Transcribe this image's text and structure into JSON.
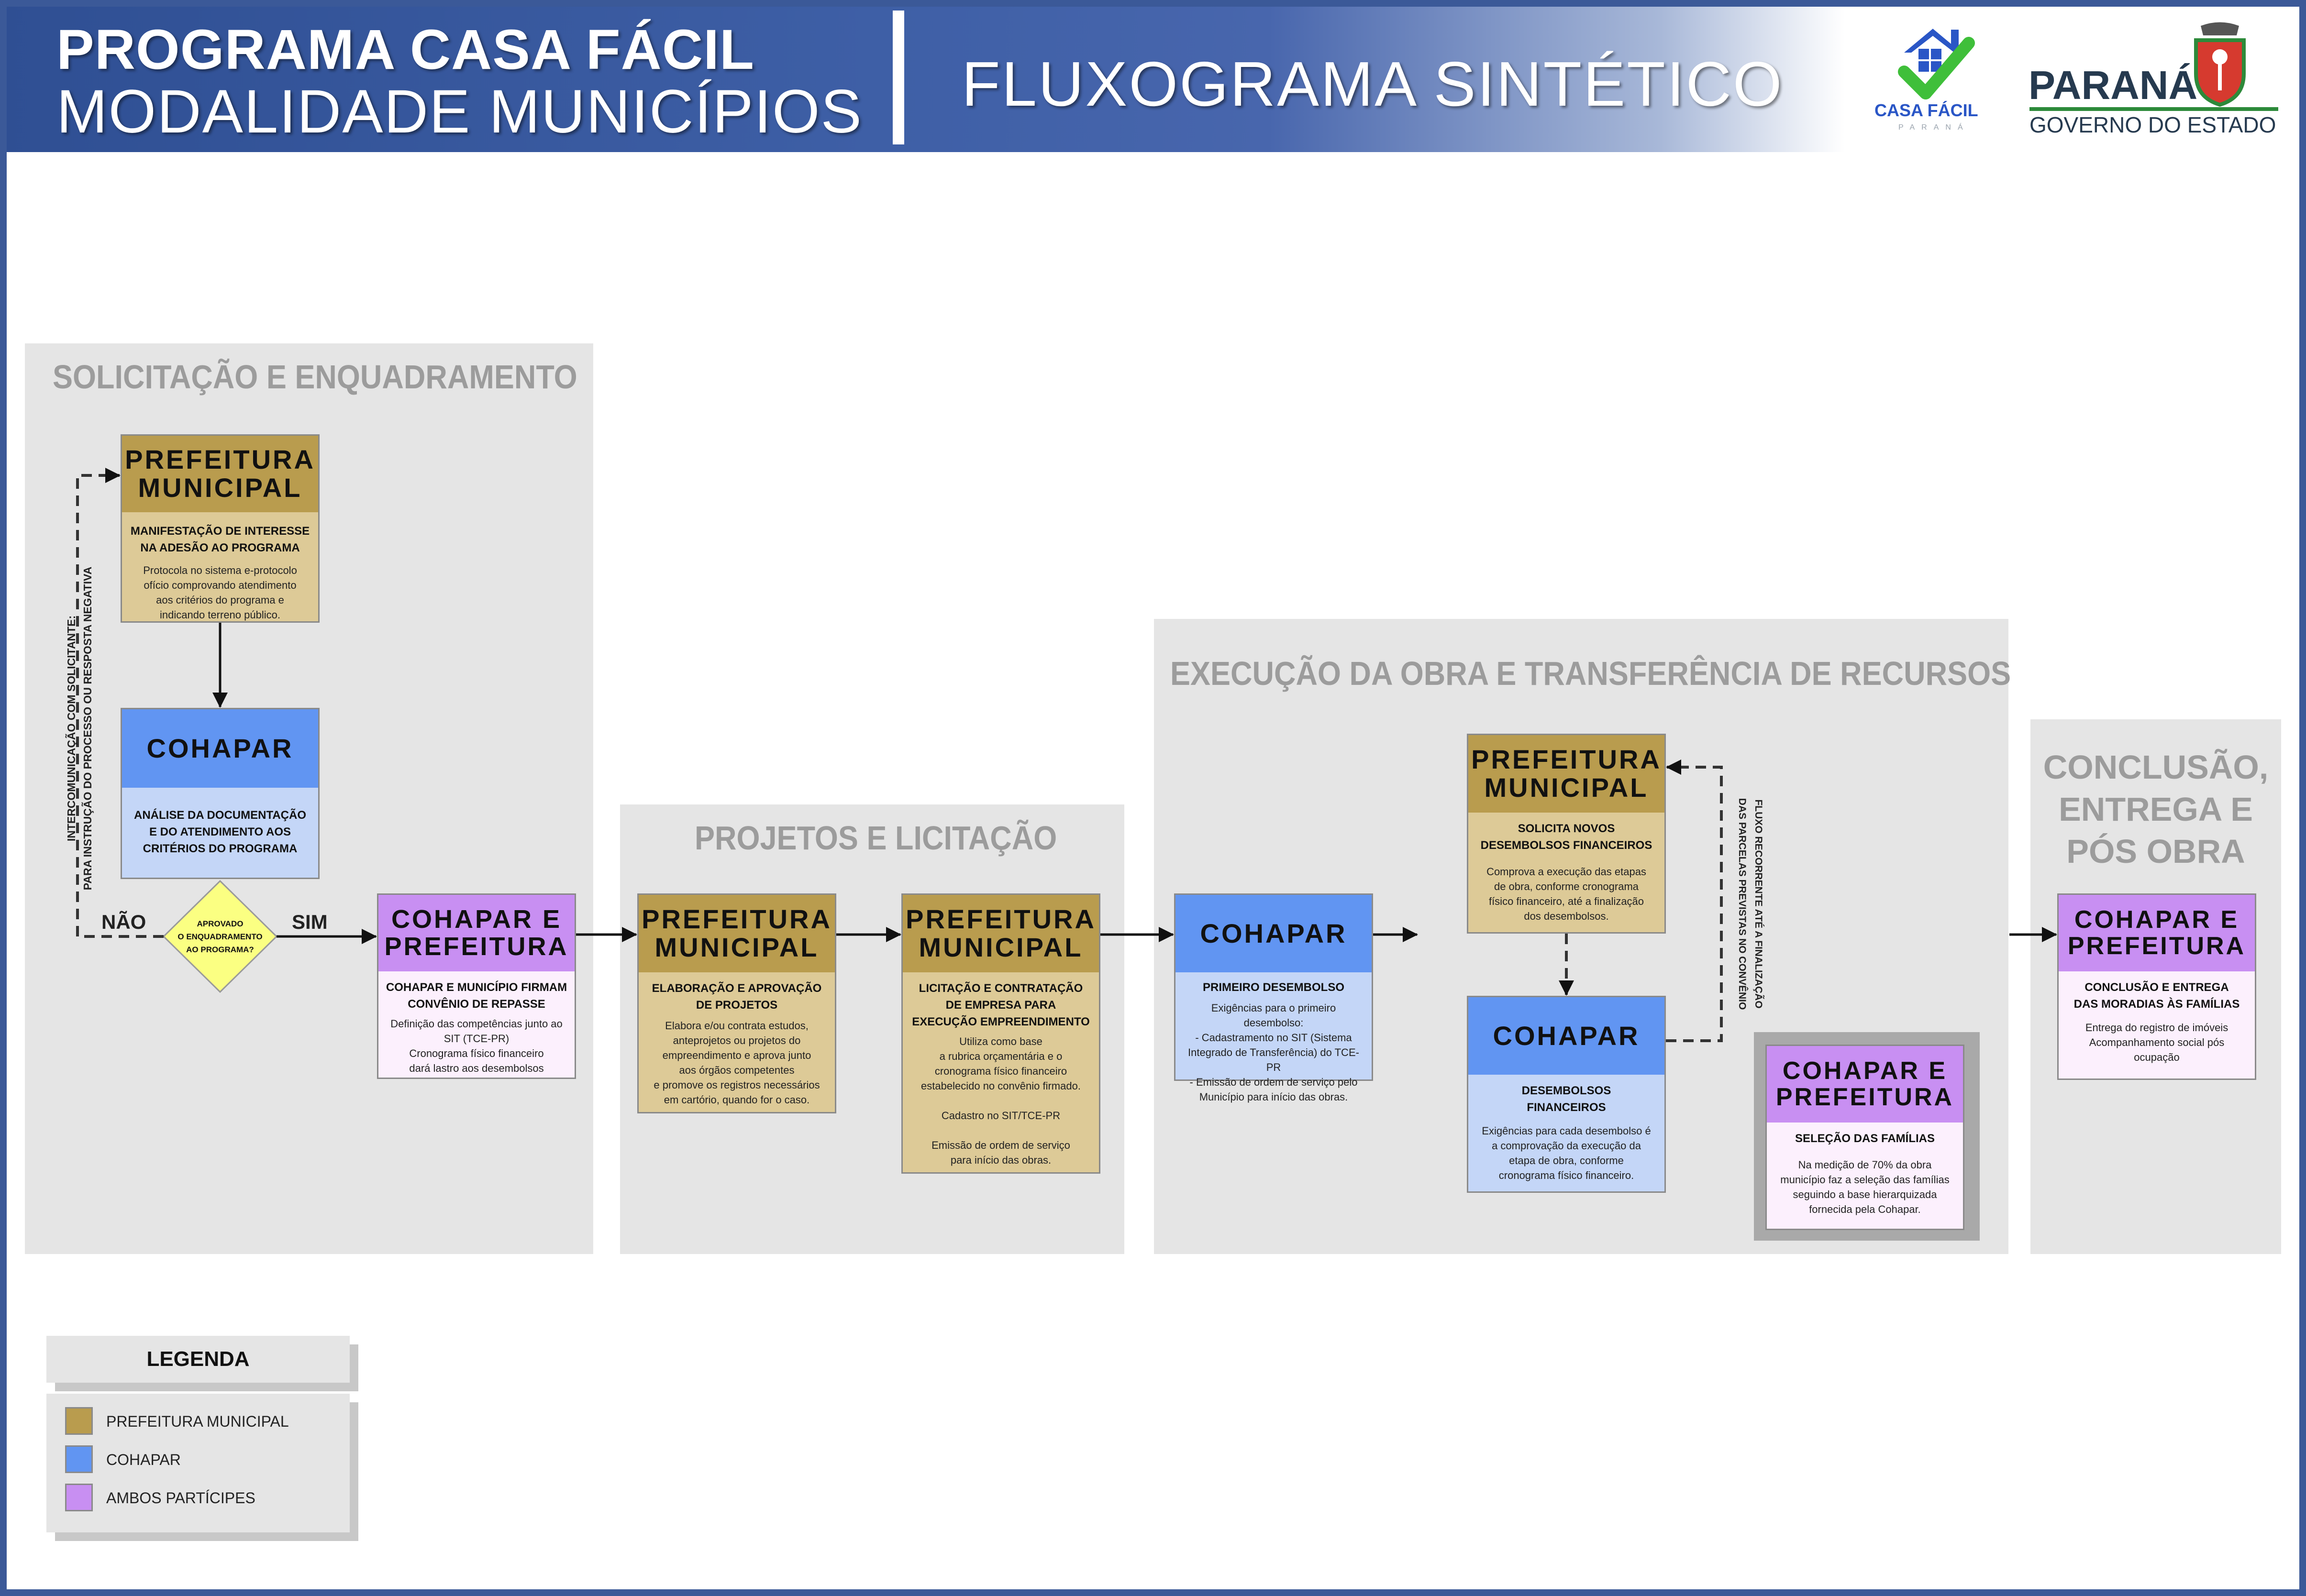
{
  "header": {
    "line1": "PROGRAMA CASA FÁCIL",
    "line2": "MODALIDADE MUNICÍPIOS",
    "subtitle": "FLUXOGRAMA SINTÉTICO",
    "logo_casa_facil": {
      "name": "CASA FÁCIL",
      "sub": "PARANÁ"
    },
    "logo_parana": {
      "name": "PARANÁ",
      "sub": "GOVERNO DO ESTADO"
    }
  },
  "colors": {
    "prefeitura_head": "#b99c4e",
    "prefeitura_body": "#ddca97",
    "cohapar_head": "#6195f2",
    "cohapar_body": "#c4d6f7",
    "ambos_head": "#c88ff2",
    "ambos_body": "#fcf0fd",
    "decision": "#fbff82",
    "section_bg": "#e5e5e5",
    "header_blue": "#3b5998"
  },
  "sections": {
    "s1": "SOLICITAÇÃO E ENQUADRAMENTO",
    "s2": "PROJETOS E LICITAÇÃO",
    "s3": "EXECUÇÃO DA OBRA E TRANSFERÊNCIA DE RECURSOS",
    "s4": "CONCLUSÃO,\nENTREGA E\nPÓS OBRA"
  },
  "boxes": {
    "b1": {
      "head": "PREFEITURA\nMUNICIPAL",
      "sub": "MANIFESTAÇÃO DE INTERESSE\nNA ADESÃO AO PROGRAMA",
      "text": "Protocola no sistema e-protocolo\nofício comprovando atendimento\naos critérios do programa e\nindicando terreno público."
    },
    "b2": {
      "head": "COHAPAR",
      "sub": "ANÁLISE DA DOCUMENTAÇÃO\nE DO ATENDIMENTO AOS\nCRITÉRIOS DO PROGRAMA",
      "text": ""
    },
    "b3": {
      "head": "COHAPAR E\nPREFEITURA",
      "sub": "COHAPAR E MUNICÍPIO FIRMAM\nCONVÊNIO DE REPASSE",
      "text": "Definição das competências junto ao\nSIT (TCE-PR)\nCronograma físico financeiro\ndará lastro aos desembolsos"
    },
    "b4": {
      "head": "PREFEITURA\nMUNICIPAL",
      "sub": "ELABORAÇÃO E APROVAÇÃO\nDE PROJETOS",
      "text": "Elabora e/ou contrata estudos,\nanteprojetos ou projetos do\nempreendimento e aprova junto\naos órgãos competentes\ne promove os registros necessários\nem cartório, quando for o caso."
    },
    "b5": {
      "head": "PREFEITURA\nMUNICIPAL",
      "sub": "LICITAÇÃO E CONTRATAÇÃO\nDE EMPRESA PARA\nEXECUÇÃO EMPREENDIMENTO",
      "text": "Utiliza como base\na rubrica orçamentária e o\ncronograma físico financeiro\nestabelecido no convênio firmado.\n\nCadastro no SIT/TCE-PR\n\nEmissão de ordem de serviço\npara início das obras."
    },
    "b6": {
      "head": "COHAPAR",
      "sub": "PRIMEIRO DESEMBOLSO",
      "text": "Exigências para o primeiro desembolso:\n- Cadastramento no SIT (Sistema\nIntegrado de Transferência) do TCE-PR\n- Emissão de ordem de serviço pelo\nMunicípio para início das obras."
    },
    "b7": {
      "head": "PREFEITURA\nMUNICIPAL",
      "sub": "SOLICITA NOVOS\nDESEMBOLSOS FINANCEIROS",
      "text": "Comprova a execução das etapas\nde obra, conforme cronograma\nfísico financeiro, até a finalização\ndos desembolsos."
    },
    "b8": {
      "head": "COHAPAR",
      "sub": "DESEMBOLSOS\nFINANCEIROS",
      "text": "Exigências para cada desembolso é\na comprovação da execução da\netapa de obra, conforme\ncronograma físico financeiro."
    },
    "b9": {
      "head": "COHAPAR E\nPREFEITURA",
      "sub": "SELEÇÃO DAS FAMÍLIAS",
      "text": "Na medição de 70% da obra\nmunicípio faz a seleção das famílias\nseguindo a base hierarquizada\nfornecida pela Cohapar."
    },
    "b10": {
      "head": "COHAPAR E\nPREFEITURA",
      "sub": "CONCLUSÃO E ENTREGA\nDAS MORADIAS ÀS FAMÍLIAS",
      "text": "Entrega do registro de imóveis\nAcompanhamento social pós ocupação"
    }
  },
  "decision": {
    "text": "APROVADO\nO ENQUADRAMENTO\nAO PROGRAMA?",
    "yes": "SIM",
    "no": "NÃO"
  },
  "side_labels": {
    "left": "INTERCOMUNICAÇÃO COM SOLICITANTE:\nPARA INSTRUÇÃO DO PROCESSO OU RESPOSTA NEGATIVA",
    "right": "FLUXO RECORRENTE ATÉ A FINALIZAÇÃO\nDAS PARCELAS PREVISTAS NO CONVÊNIO"
  },
  "legend": {
    "title": "LEGENDA",
    "items": [
      {
        "label": "PREFEITURA MUNICIPAL",
        "color": "#b99c4e"
      },
      {
        "label": "COHAPAR",
        "color": "#6195f2"
      },
      {
        "label": "AMBOS PARTÍCIPES",
        "color": "#c88ff2"
      }
    ]
  }
}
